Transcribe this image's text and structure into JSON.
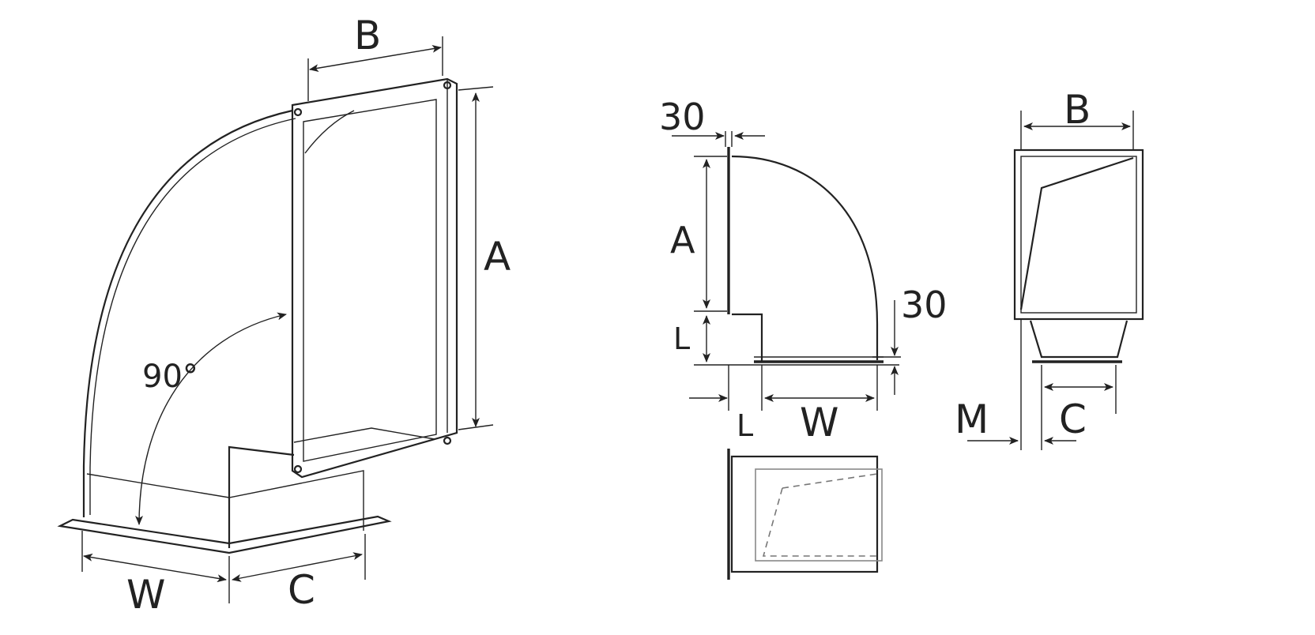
{
  "colors": {
    "line": "#222222",
    "background": "#ffffff",
    "hidden": "#777777"
  },
  "iso": {
    "label_b": "B",
    "label_a": "A",
    "label_w": "W",
    "label_c": "C",
    "label_angle": "90°"
  },
  "side": {
    "label_30_top": "30",
    "label_a": "A",
    "label_l_vertical": "L",
    "label_30_right": "30",
    "label_l_horizontal": "L",
    "label_w": "W"
  },
  "front": {
    "label_b": "B",
    "label_m": "M",
    "label_c": "C"
  }
}
